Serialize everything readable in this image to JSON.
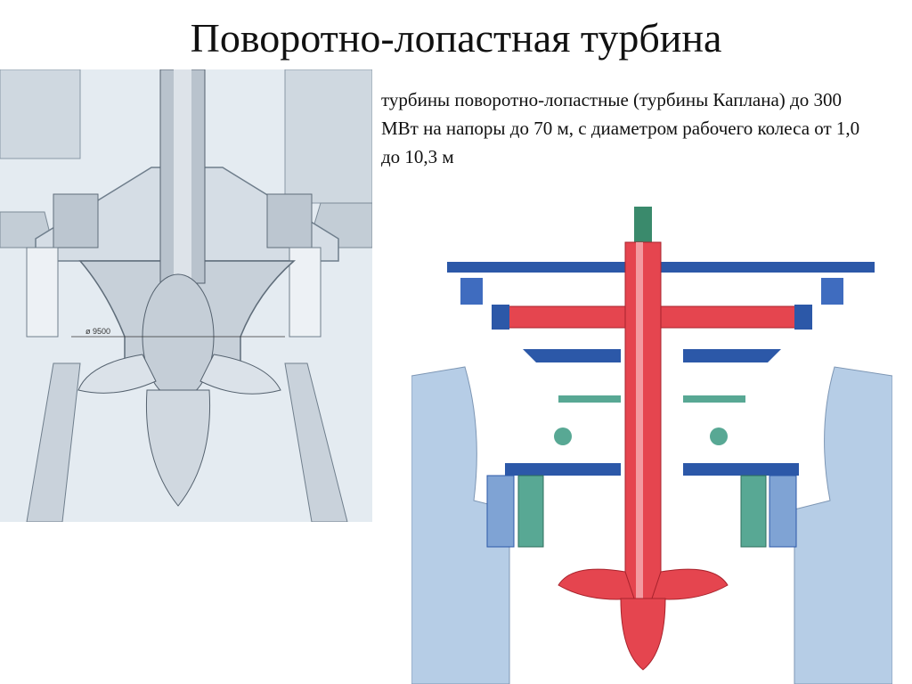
{
  "slide": {
    "title": "Поворотно-лопастная турбина",
    "description": "турбины поворотно-лопастные  (турбины Каплана) до 300 МВт на напоры до 70 м, с диаметром рабочего колеса от 1,0 до 10,3 м"
  },
  "left_figure": {
    "dimension_label": "ø 9500"
  },
  "colors": {
    "steel_light": "#dfe6ed",
    "steel_mid": "#b9c3cd",
    "rotor_red": "#e5454f",
    "concrete_blue": "#b6cde6",
    "frame_blue": "#2c58a8",
    "guide_green": "#58a894"
  }
}
